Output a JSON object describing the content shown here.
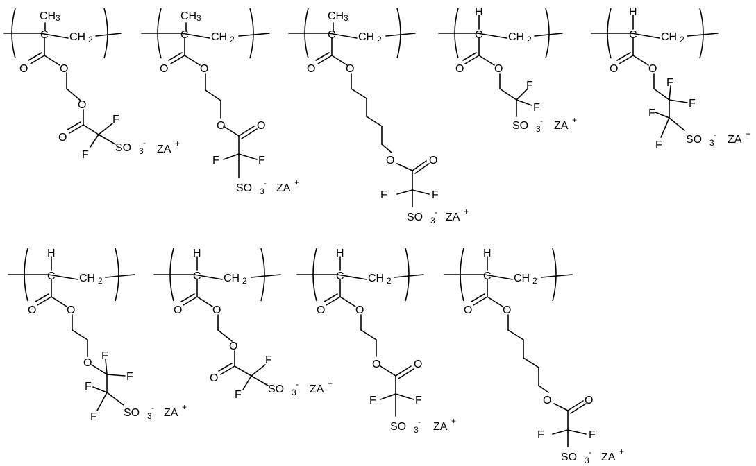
{
  "structures": [
    {
      "name": "methacrylate-methylene-ester-difluoroacetate",
      "backbone_substituent": "CH3",
      "backbone_chain": "CH2",
      "counter_ion": "ZA+"
    },
    {
      "name": "methacrylate-ethylene-ester-difluoroacetate",
      "backbone_substituent": "CH3",
      "backbone_chain": "CH2",
      "counter_ion": "ZA+"
    },
    {
      "name": "methacrylate-butylene-ester-difluoroacetate",
      "backbone_substituent": "CH3",
      "backbone_chain": "CH2",
      "counter_ion": "ZA+"
    },
    {
      "name": "acrylate-difluoroethyl-sulfonate",
      "backbone_substituent": "H",
      "backbone_chain": "CH2",
      "counter_ion": "ZA+"
    },
    {
      "name": "acrylate-tetrafluoropropyl-sulfonate",
      "backbone_substituent": "H",
      "backbone_chain": "CH2",
      "counter_ion": "ZA+"
    },
    {
      "name": "acrylate-ethoxy-tetrafluoroethyl-sulfonate",
      "backbone_substituent": "H",
      "backbone_chain": "CH2",
      "counter_ion": "ZA+"
    },
    {
      "name": "acrylate-methylene-ester-difluoroacetate",
      "backbone_substituent": "H",
      "backbone_chain": "CH2",
      "counter_ion": "ZA+"
    },
    {
      "name": "acrylate-ethylene-ester-difluoroacetate",
      "backbone_substituent": "H",
      "backbone_chain": "CH2",
      "counter_ion": "ZA+"
    },
    {
      "name": "acrylate-butylene-ester-difluoroacetate",
      "backbone_substituent": "H",
      "backbone_chain": "CH2",
      "counter_ion": "ZA+"
    }
  ],
  "labels": {
    "methyl": "CH3",
    "hydrogen": "H",
    "carbon": "C",
    "methylene": "CH2",
    "oxygen": "O",
    "fluorine": "F",
    "sulfonate": "SO3",
    "sulfonate_charge": "-",
    "counter_cation": "ZA",
    "counter_charge": "+"
  },
  "colors": {
    "ink": "#000000",
    "background": "#ffffff"
  }
}
